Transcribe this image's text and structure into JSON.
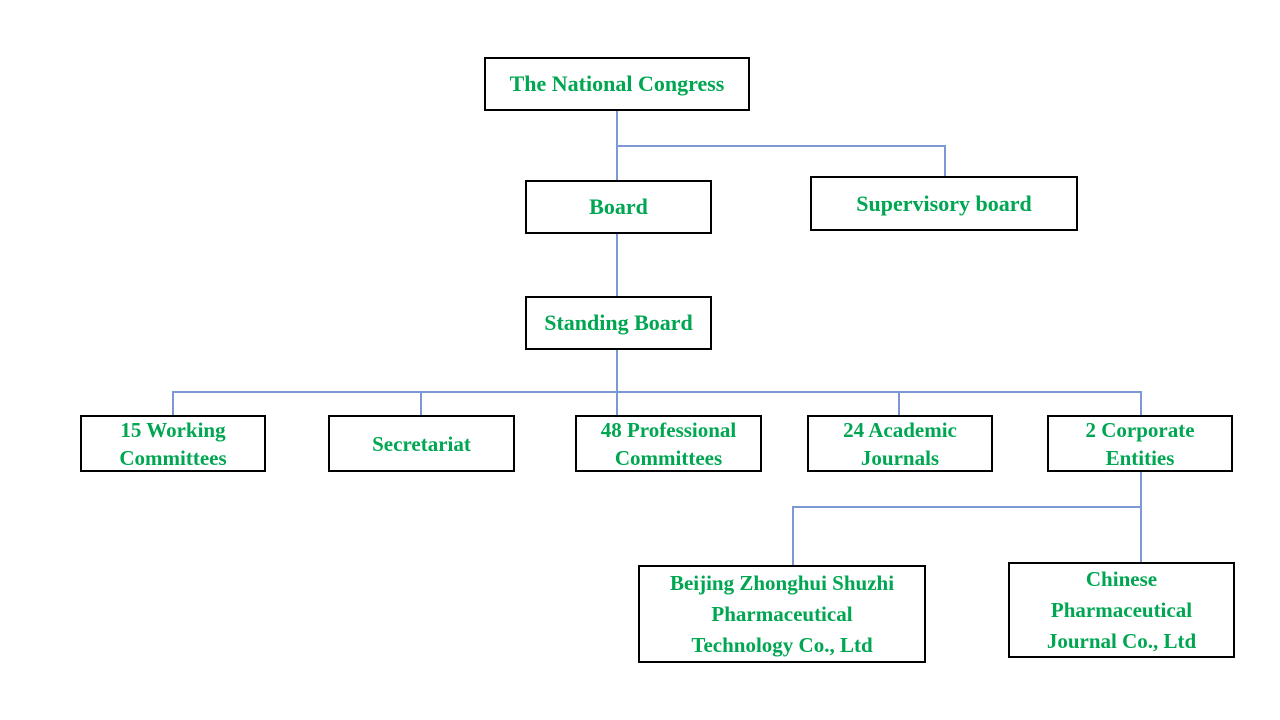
{
  "colors": {
    "label_green": "#00A651",
    "connector_blue": "#7C99D6",
    "box_border": "#000000",
    "background": "#FFFFFF"
  },
  "nodes": {
    "national_congress": "The National Congress",
    "board": "Board",
    "supervisory_board": "Supervisory board",
    "standing_board": "Standing Board",
    "working_committees": "15 Working\nCommittees",
    "secretariat": "Secretariat",
    "professional_committees": "48 Professional\nCommittees",
    "academic_journals": "24 Academic\nJournals",
    "corporate_entities": "2 Corporate\nEntities",
    "beijing_company": "Beijing Zhonghui Shuzhi\nPharmaceutical\nTechnology Co., Ltd",
    "chinese_journal_company": "Chinese\nPharmaceutical\nJournal Co., Ltd"
  }
}
